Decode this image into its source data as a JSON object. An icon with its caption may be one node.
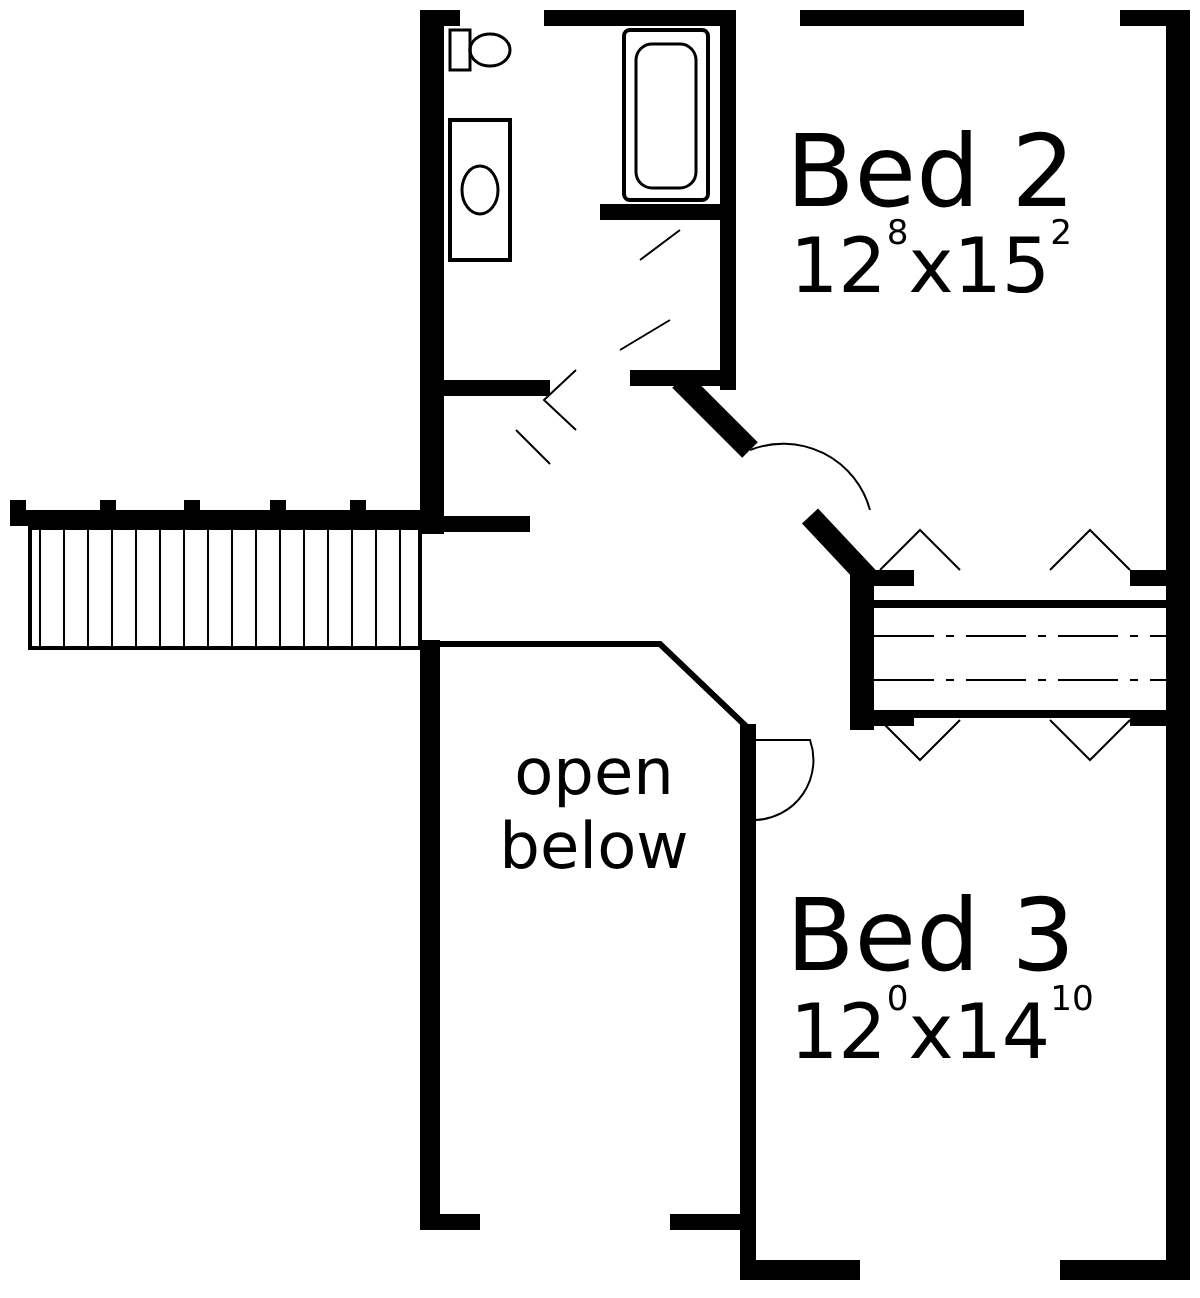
{
  "diagram": {
    "labels": [
      "Bed 2",
      "12$^{8}$x15$^{2}$",
      "open below",
      "Bed 3",
      "12$^{0}$x14$^{10}$"
    ]
  }
}
